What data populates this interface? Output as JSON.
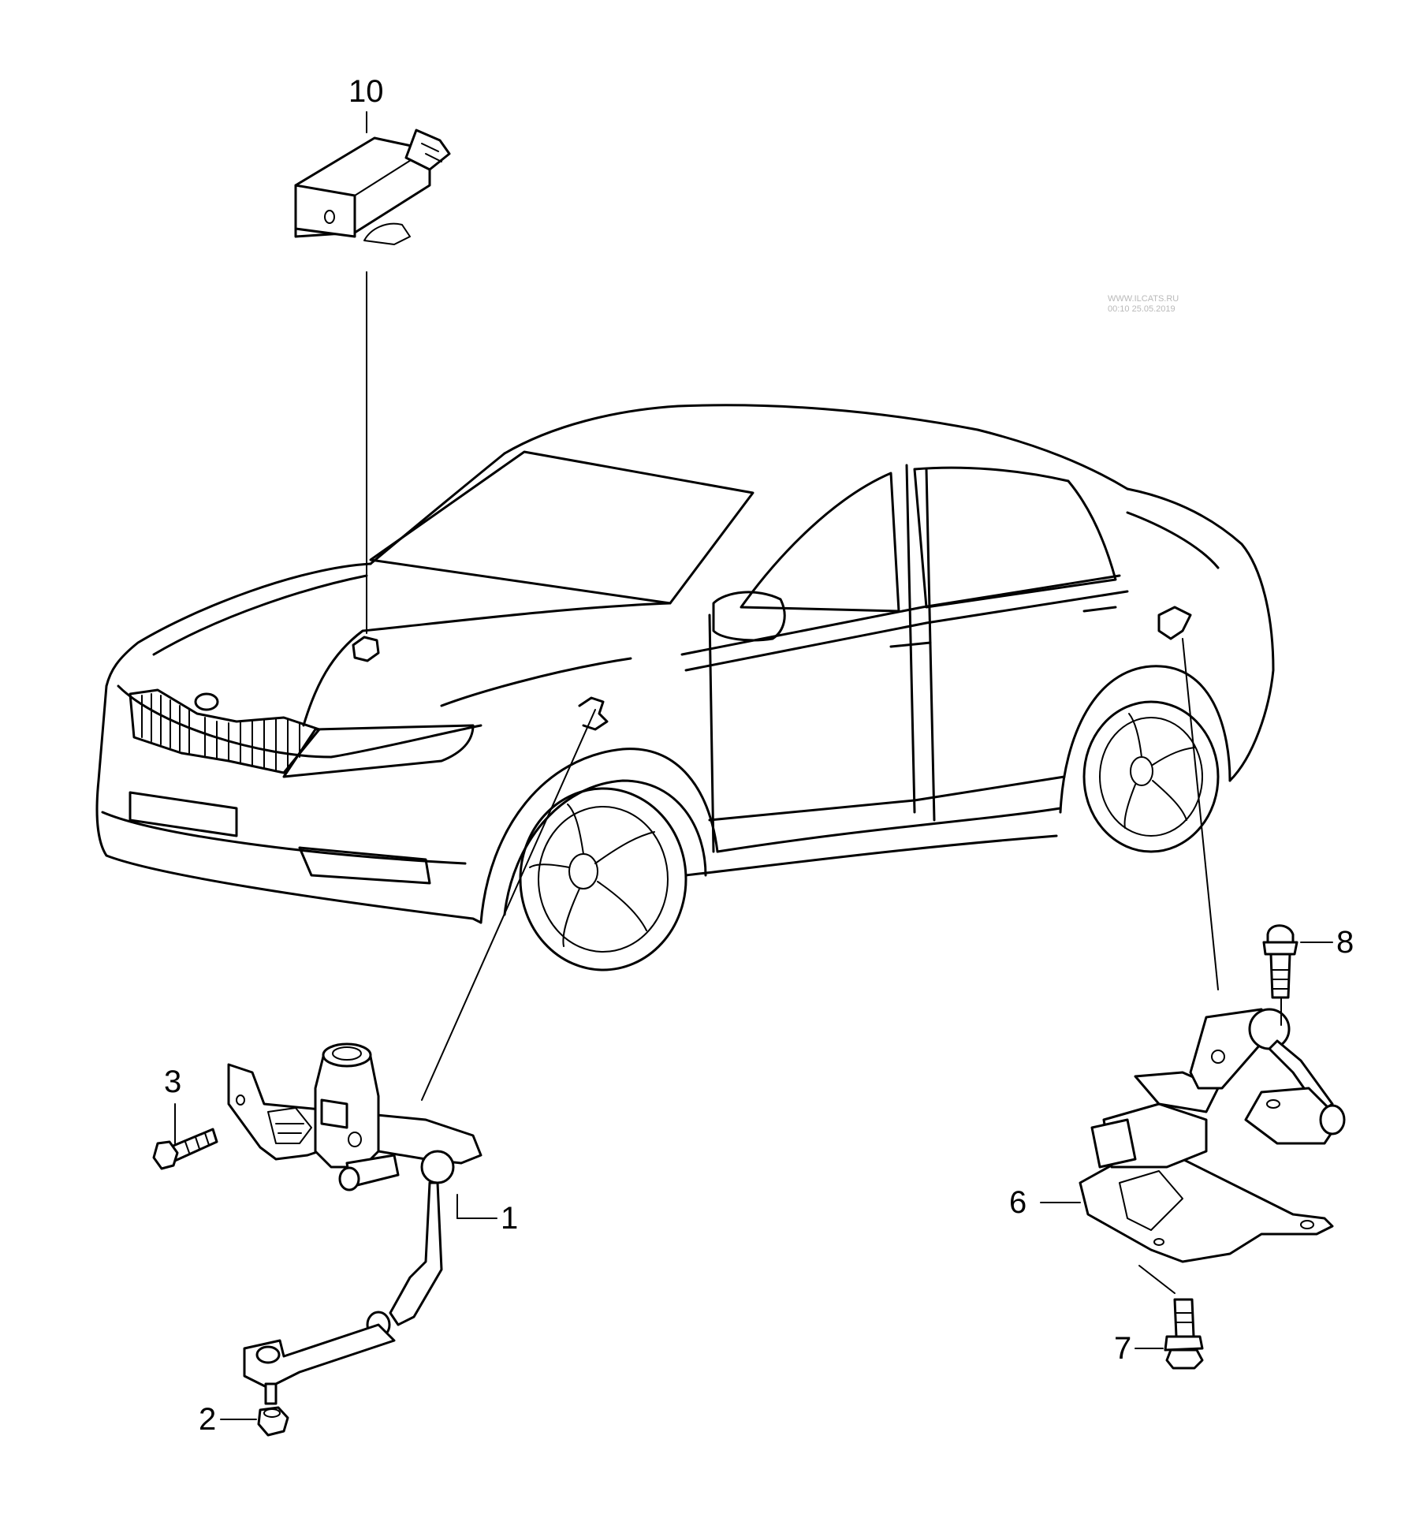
{
  "watermark": {
    "site": "WWW.ILCATS.RU",
    "stamp": "00:10 25.05.2019"
  },
  "callouts": [
    {
      "id": "10",
      "text": "10"
    },
    {
      "id": "8",
      "text": "8"
    },
    {
      "id": "3",
      "text": "3"
    },
    {
      "id": "1",
      "text": "1"
    },
    {
      "id": "6",
      "text": "6"
    },
    {
      "id": "7",
      "text": "7"
    },
    {
      "id": "2",
      "text": "2"
    }
  ]
}
